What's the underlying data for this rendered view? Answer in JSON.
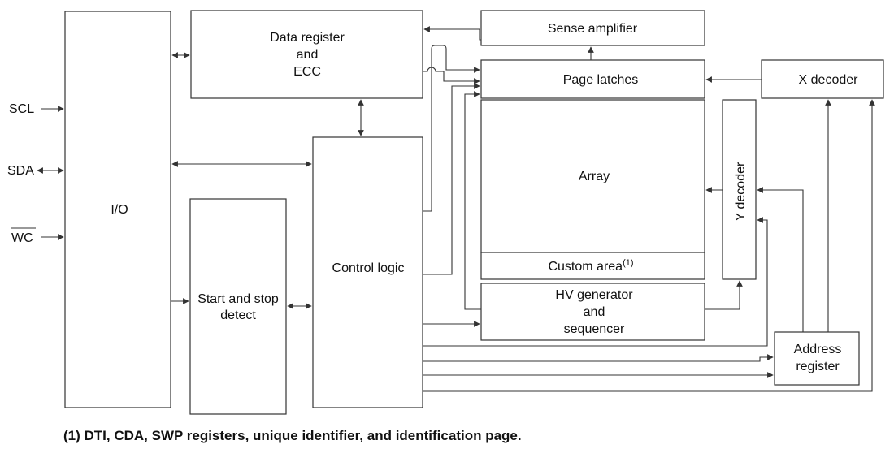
{
  "blocks": {
    "io": "I/O",
    "data_register": [
      "Data register",
      "and",
      "ECC"
    ],
    "sense_amplifier": "Sense amplifier",
    "page_latches": "Page latches",
    "x_decoder": "X decoder",
    "array": "Array",
    "custom_area": "Custom area",
    "custom_area_note": "(1)",
    "y_decoder": "Y decoder",
    "control_logic": "Control logic",
    "start_stop": [
      "Start and stop",
      "detect"
    ],
    "hv_generator": [
      "HV generator",
      "and",
      "sequencer"
    ],
    "address_register": [
      "Address",
      "register"
    ]
  },
  "signals": {
    "scl": "SCL",
    "sda": "SDA",
    "wc": "WC"
  },
  "footnote": "(1) DTI, CDA, SWP registers, unique identifier, and identification page."
}
